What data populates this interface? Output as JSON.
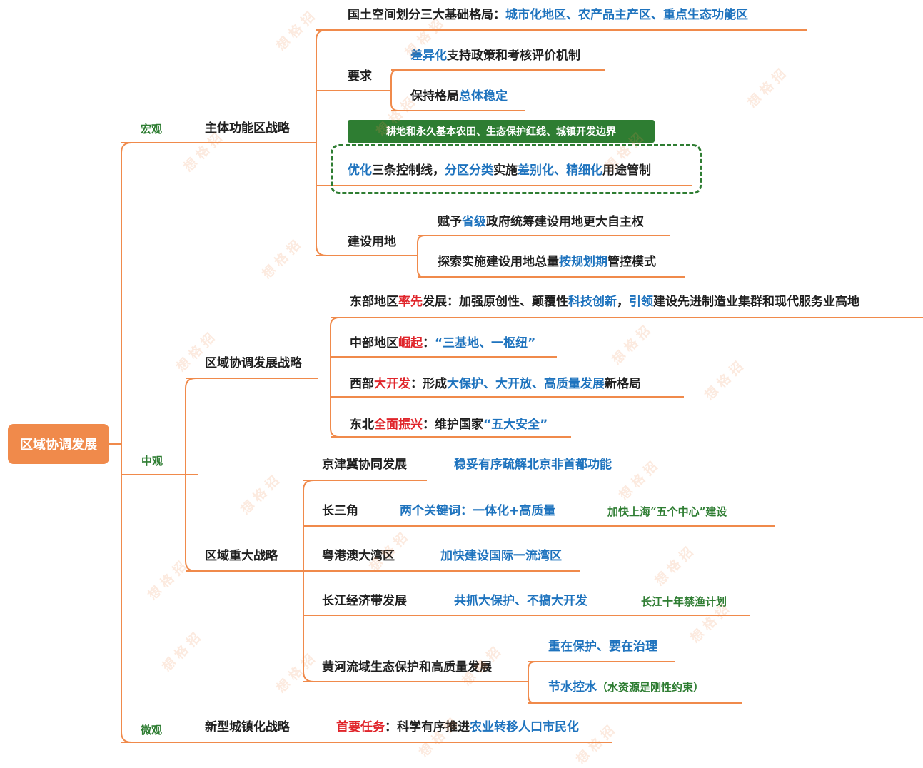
{
  "colors": {
    "line": "#f08a4b",
    "blue": "#1e73be",
    "red": "#e0252b",
    "green": "#2e7d32",
    "text": "#1f1f1f"
  },
  "root": "区域协调发展",
  "levels": {
    "macro": "宏观",
    "meso": "中观",
    "micro": "微观"
  },
  "macro": {
    "title": "主体功能区战略",
    "pattern": [
      [
        "国土空间划分三大基础格局：",
        "k"
      ],
      [
        "城市化地区、农产品主产区、重点生态功能区",
        "b"
      ]
    ],
    "req_label": "要求",
    "req1": [
      [
        "差异化",
        "b"
      ],
      [
        "支持政策和考核评价机制",
        "k"
      ]
    ],
    "req2": [
      [
        "保持格局",
        "k"
      ],
      [
        "总体稳定",
        "b"
      ]
    ],
    "tag": "耕地和永久基本农田、生态保护红线、城镇开发边界",
    "control": [
      [
        "优化",
        "b"
      ],
      [
        "三条控制线，",
        "k"
      ],
      [
        "分区分类",
        "b"
      ],
      [
        "实施",
        "k"
      ],
      [
        "差别化、精细化",
        "b"
      ],
      [
        "用途管制",
        "k"
      ]
    ],
    "land_label": "建设用地",
    "land1": [
      [
        "赋予",
        "k"
      ],
      [
        "省级",
        "b"
      ],
      [
        "政府统筹建设用地更大自主权",
        "k"
      ]
    ],
    "land2": [
      [
        "探索实施建设用地总量",
        "k"
      ],
      [
        "按规划期",
        "b"
      ],
      [
        "管控模式",
        "k"
      ]
    ]
  },
  "regional": {
    "title": "区域协调发展战略",
    "east": [
      [
        "东部地区",
        "k"
      ],
      [
        "率先",
        "r"
      ],
      [
        "发展：加强原创性、颠覆性",
        "k"
      ],
      [
        "科技创新",
        "b"
      ],
      [
        "，",
        "k"
      ],
      [
        "引领",
        "b"
      ],
      [
        "建设先进制造业集群和现代服务业高地",
        "k"
      ]
    ],
    "central": [
      [
        "中部地区",
        "k"
      ],
      [
        "崛起",
        "r"
      ],
      [
        "：",
        "k"
      ],
      [
        "“三基地、一枢纽”",
        "b"
      ]
    ],
    "west": [
      [
        "西部",
        "k"
      ],
      [
        "大开发",
        "r"
      ],
      [
        "：形成",
        "k"
      ],
      [
        "大保护、大开放、高质量发展",
        "b"
      ],
      [
        "新格局",
        "k"
      ]
    ],
    "northeast": [
      [
        "东北",
        "k"
      ],
      [
        "全面振兴",
        "r"
      ],
      [
        "：维护国家",
        "k"
      ],
      [
        "“五大安全”",
        "b"
      ]
    ]
  },
  "major": {
    "title": "区域重大战略",
    "jjj": {
      "label": "京津冀协同发展",
      "desc": "稳妥有序疏解北京非首都功能"
    },
    "csj": {
      "label": "长三角",
      "desc": "两个关键词：一体化+高质量",
      "note": "加快上海“五个中心”建设"
    },
    "gba": {
      "label": "粤港澳大湾区",
      "desc": "加快建设国际一流湾区"
    },
    "yangtze": {
      "label": "长江经济带发展",
      "desc": "共抓大保护、不搞大开发",
      "note": "长江十年禁渔计划"
    },
    "yellow": {
      "label": "黄河流域生态保护和高质量发展",
      "d1": "重在保护、要在治理",
      "d2": "节水控水",
      "d2note": "（水资源是刚性约束）"
    }
  },
  "urban": {
    "title": "新型城镇化战略",
    "desc": [
      [
        "首要任务",
        "r"
      ],
      [
        "：科学有序推进",
        "k"
      ],
      [
        "农业转移人口市民化",
        "b"
      ]
    ]
  },
  "watermark": "想 格 招"
}
